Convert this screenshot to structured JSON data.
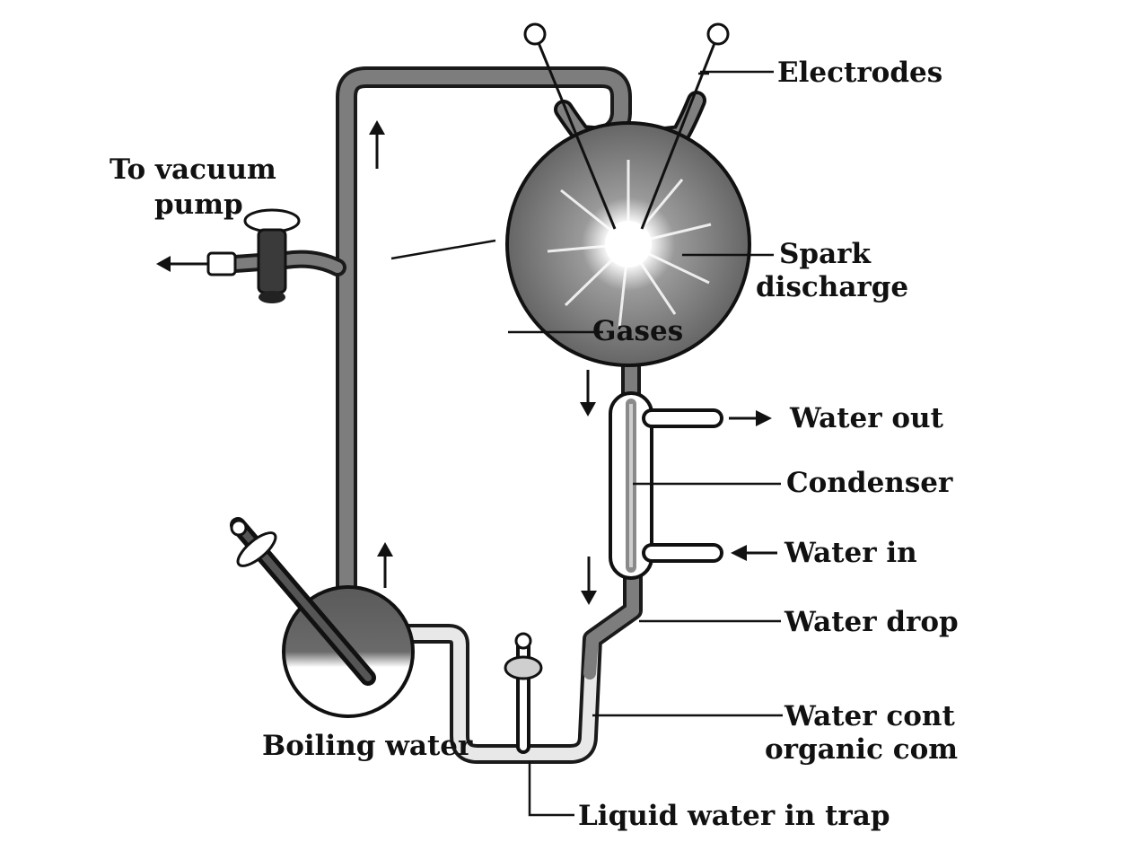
{
  "labels": {
    "electrodes": "Electrodes",
    "to_vacuum": "To vacuum",
    "pump": "pump",
    "spark": "Spark",
    "discharge": "discharge",
    "gases": "Gases",
    "water_out": "Water out",
    "condenser": "Condenser",
    "water_in": "Water in",
    "water_drop": "Water drop",
    "water_cont": "Water cont",
    "organic_com": "organic com",
    "boiling_water": "Boiling water",
    "liquid_trap": "Liquid water in trap"
  },
  "colors": {
    "ink": "#111111",
    "tube_fill": "#7d7d7d",
    "flask_fill": "#6f6f6f",
    "spark_glow": "#ffffff"
  },
  "icons": [
    "arrow-up-icon",
    "arrow-down-icon",
    "arrow-left-icon",
    "arrow-right-icon",
    "stopcock-icon",
    "electrode-tip-icon"
  ]
}
